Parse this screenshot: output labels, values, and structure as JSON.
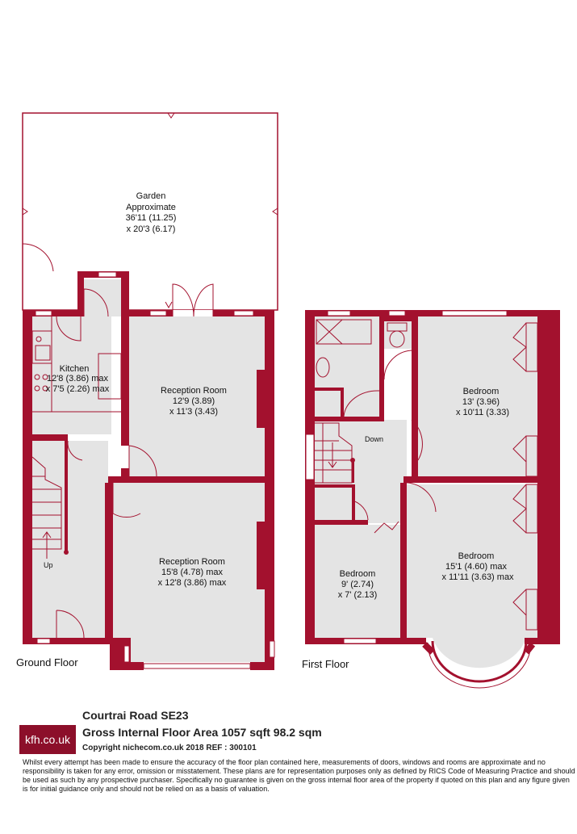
{
  "rooms": {
    "garden": {
      "name": "Garden",
      "line2": "Approximate",
      "line3": "36'11 (11.25)",
      "line4": "x 20'3 (6.17)"
    },
    "kitchen": {
      "name": "Kitchen",
      "line2": "12'8 (3.86) max",
      "line3": "x 7'5 (2.26) max"
    },
    "reception1": {
      "name": "Reception Room",
      "line2": "12'9 (3.89)",
      "line3": "x 11'3 (3.43)"
    },
    "reception2": {
      "name": "Reception Room",
      "line2": "15'8 (4.78) max",
      "line3": "x 12'8 (3.86) max"
    },
    "bedroom1": {
      "name": "Bedroom",
      "line2": "13' (3.96)",
      "line3": "x 10'11 (3.33)"
    },
    "bedroom2": {
      "name": "Bedroom",
      "line2": "15'1 (4.60) max",
      "line3": "x 11'11 (3.63) max"
    },
    "bedroom3": {
      "name": "Bedroom",
      "line2": "9' (2.74)",
      "line3": "x 7' (2.13)"
    }
  },
  "stairs": {
    "up": "Up",
    "down": "Down"
  },
  "floors": {
    "ground": "Ground Floor",
    "first": "First Floor"
  },
  "footer": {
    "logo": "kfh.co.uk",
    "address": "Courtrai Road  SE23",
    "area": "Gross Internal Floor Area 1057 sqft 98.2 sqm",
    "copyright": "Copyright nichecom.co.uk 2018 REF : 300101",
    "disclaimer": "Whilst every attempt has been made to ensure the accuracy of the floor plan contained here, measurements of doors, windows and rooms are approximate and no responsibility is taken for any error, omission or misstatement.  These plans are for representation purposes only as defined by RICS Code of Measuring Practice and should be used as such by any prospective purchaser.  Specifically no guarantee is given on the gross internal floor area of the property if quoted on this plan and any figure given is for initial guidance only and should not be relied on as a basis of valuation."
  },
  "colors": {
    "wall": "#a3112e",
    "floor": "#e4e4e4",
    "logo_bg": "#8c0f2a"
  }
}
